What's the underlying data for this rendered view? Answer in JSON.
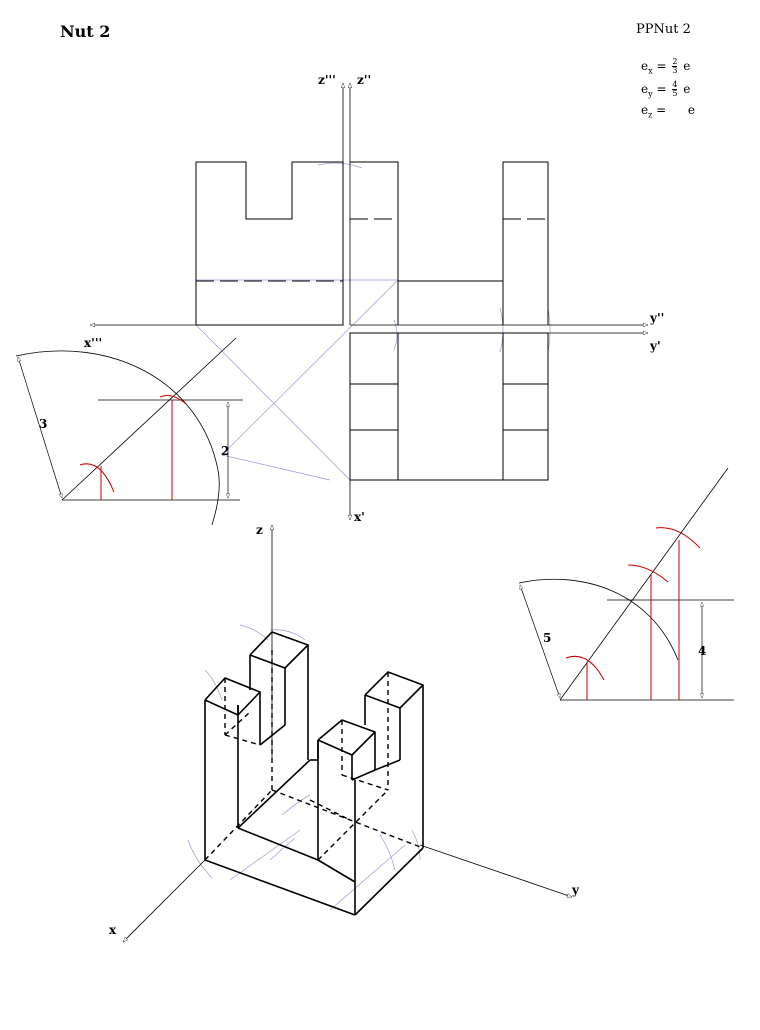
{
  "title": "Nut 2",
  "sheet_code": "PPNut 2",
  "ratios": [
    {
      "base": "e",
      "sub": "x",
      "eq": "=",
      "num": "2",
      "den": "3",
      "unit": "e"
    },
    {
      "base": "e",
      "sub": "y",
      "eq": "=",
      "num": "4",
      "den": "5",
      "unit": "e"
    },
    {
      "base": "e",
      "sub": "z",
      "eq": "=",
      "num": "",
      "den": "",
      "unit": "e"
    }
  ],
  "axes": {
    "z_side": "z'''",
    "z_front": "z''",
    "y_front": "y''",
    "y_top": "y'",
    "x_side": "x'''",
    "x_top": "x'",
    "z": "z",
    "x": "x",
    "y": "y"
  },
  "dims": {
    "arc_left": "3",
    "vertical_left": "2",
    "arc_right": "5",
    "vertical_right": "4"
  },
  "colors": {
    "line": "#000000",
    "construction": "#8888dd",
    "construction_red": "#cc0000"
  }
}
